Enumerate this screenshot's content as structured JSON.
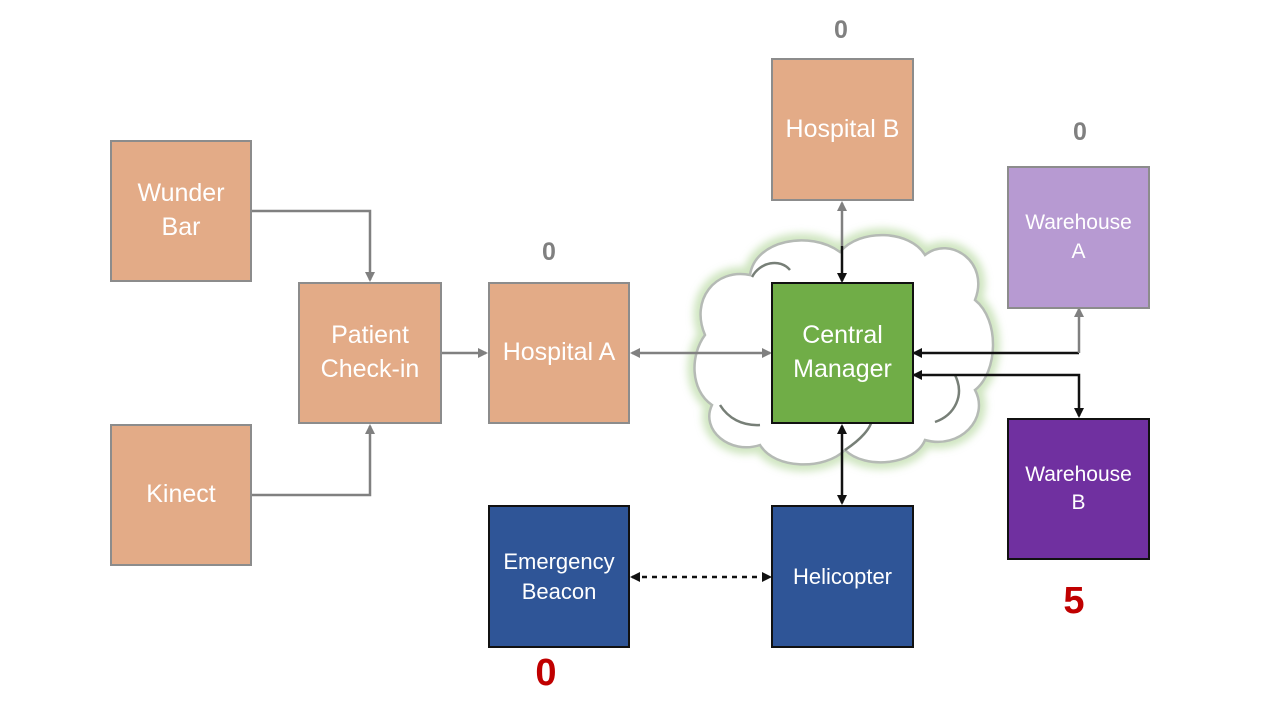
{
  "nodes": {
    "wunder_bar": "Wunder\nBar",
    "kinect": "Kinect",
    "patient_checkin": "Patient\nCheck-in",
    "hospital_a": "Hospital A",
    "hospital_b": "Hospital B",
    "central_manager": "Central\nManager",
    "warehouse_a": "Warehouse\nA",
    "warehouse_b": "Warehouse\nB",
    "helicopter": "Helicopter",
    "emergency_beacon": "Emergency\nBeacon"
  },
  "counts": {
    "hospital_a": "0",
    "hospital_b": "0",
    "warehouse_a": "0",
    "warehouse_b": "5",
    "emergency_beacon": "0"
  },
  "colors": {
    "peach": "#e3ab87",
    "green": "#70ad47",
    "blue": "#2f5597",
    "lavender": "#b79ad2",
    "violet": "#7030a0",
    "gray_line": "#808080",
    "black_line": "#111111",
    "highlight_count": "#c00000"
  }
}
